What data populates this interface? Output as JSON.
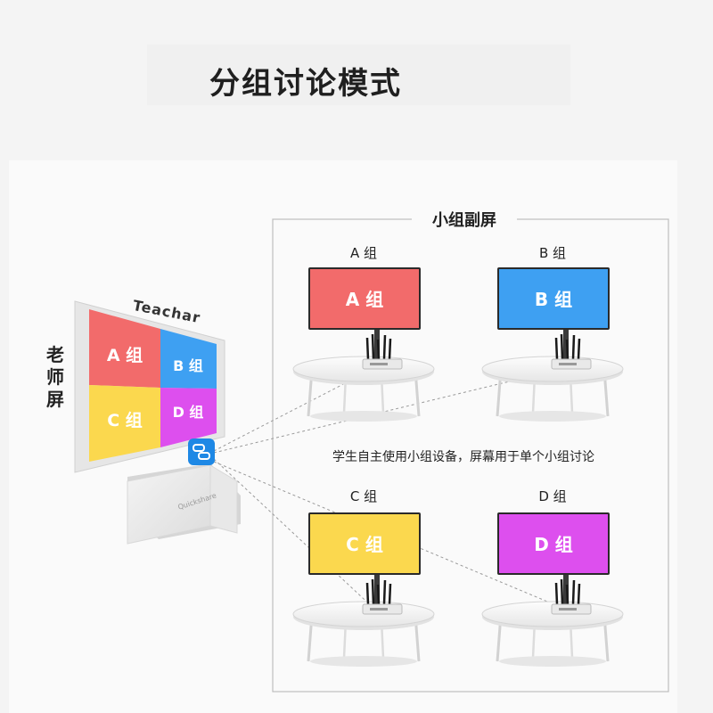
{
  "title": "分组讨论模式",
  "teacher": {
    "screen_label": "Teachar",
    "side_label_chars": [
      "老",
      "师",
      "屏"
    ],
    "tiles": [
      {
        "label": "A 组",
        "color": "#f26b6b"
      },
      {
        "label": "B 组",
        "color": "#3ea0f2"
      },
      {
        "label": "C 组",
        "color": "#fbd84e"
      },
      {
        "label": "D 组",
        "color": "#dd4fee"
      }
    ],
    "box_brand": "Quickshare"
  },
  "group_panel": {
    "title": "小组副屏",
    "description": "学生自主使用小组设备，屏幕用于单个小组讨论",
    "groups": [
      {
        "caption": "A 组",
        "screen_label": "A 组",
        "color": "#f26b6b"
      },
      {
        "caption": "B 组",
        "screen_label": "B 组",
        "color": "#3ea0f2"
      },
      {
        "caption": "C 组",
        "screen_label": "C 组",
        "color": "#fbd84e"
      },
      {
        "caption": "D 组",
        "screen_label": "D 组",
        "color": "#dd4fee"
      }
    ]
  },
  "colors": {
    "accent_blue": "#1e88e5",
    "frame_gray": "#e2e2e2",
    "monitor_bezel": "#2a2a2a"
  },
  "icons": [
    "share-link-icon",
    "wifi-router-icon"
  ]
}
